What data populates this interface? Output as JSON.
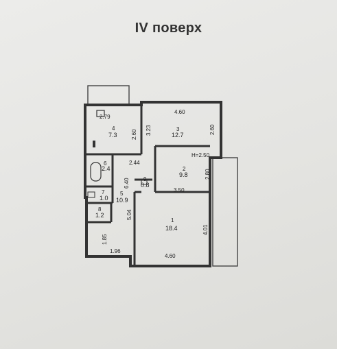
{
  "title": "IV поверх",
  "ceiling_height": "H=2.50",
  "rooms": [
    {
      "number": "1",
      "area": "18.4"
    },
    {
      "number": "2",
      "area": "9.8"
    },
    {
      "number": "3",
      "area": "12.7"
    },
    {
      "number": "4",
      "area": "7.3"
    },
    {
      "number": "5",
      "area": "10.9"
    },
    {
      "number": "6",
      "area": "2.4"
    },
    {
      "number": "7",
      "area": "1.0"
    },
    {
      "number": "8",
      "area": "1.2"
    },
    {
      "number": "9",
      "area": "0.8"
    }
  ],
  "dimensions": {
    "kitchen_width": "2.79",
    "kitchen_depth": "2.60",
    "room3_width": "4.60",
    "room3_left": "3.23",
    "room3_right": "2.60",
    "hall_width": "2.44",
    "hall_height": "6.40",
    "room2_width": "3.50",
    "room2_height": "2.80",
    "room1_left": "5.04",
    "room1_right": "4.01",
    "room1_width": "4.60",
    "corridor_width": "1.96",
    "corridor_height": "1.85"
  }
}
